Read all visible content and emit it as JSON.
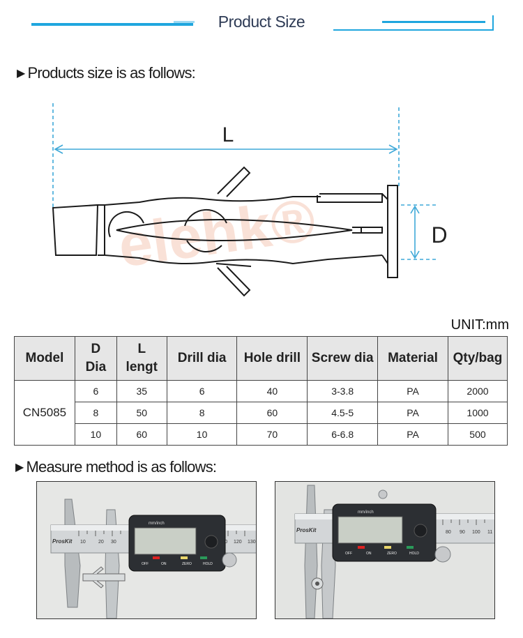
{
  "header": {
    "title": "Product Size"
  },
  "sections": {
    "size_title": "Products size is as follows:",
    "measure_title": "Measure method is as follows:"
  },
  "diagram": {
    "label_l": "L",
    "label_d": "D",
    "watermark": "elehk®"
  },
  "table": {
    "unit": "UNIT:mm",
    "headers": {
      "model": "Model",
      "d_line1": "D",
      "d_line2": "Dia",
      "l_line1": "L",
      "l_line2": "lengt",
      "drill": "Drill dia",
      "hole": "Hole drill",
      "screw": "Screw dia",
      "material": "Material",
      "qty": "Qty/bag"
    },
    "model": "CN5085",
    "rows": [
      {
        "d": "6",
        "l": "35",
        "drill": "6",
        "hole": "40",
        "screw": "3-3.8",
        "material": "PA",
        "qty": "2000"
      },
      {
        "d": "8",
        "l": "50",
        "drill": "8",
        "hole": "60",
        "screw": "4.5-5",
        "material": "PA",
        "qty": "1000"
      },
      {
        "d": "10",
        "l": "60",
        "drill": "10",
        "hole": "70",
        "screw": "6-6.8",
        "material": "PA",
        "qty": "500"
      }
    ]
  },
  "photos": {
    "brand": "ProsKit",
    "unit_label": "mm/inch",
    "buttons": {
      "off": "OFF",
      "on": "ON",
      "zero": "ZERO",
      "hold": "HOLD"
    },
    "scale_left": [
      "10",
      "20",
      "30",
      "110",
      "120",
      "130"
    ],
    "scale_right": [
      "80",
      "90",
      "100",
      "11"
    ]
  },
  "colors": {
    "accent": "#1fa6de",
    "dimension": "#3ea8d8",
    "watermark": "#f5c9b8"
  }
}
